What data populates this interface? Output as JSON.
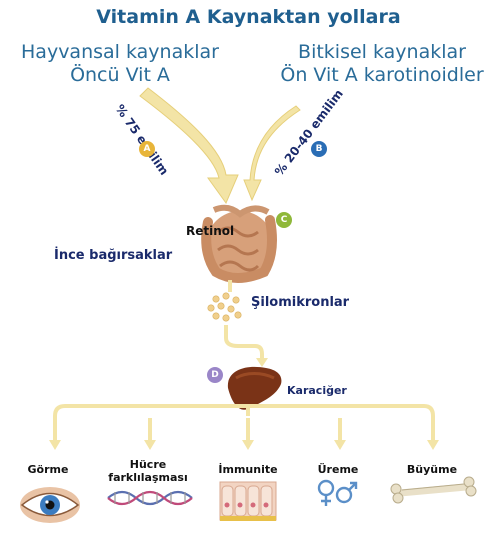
{
  "title": "Vitamin A Kaynaktan yollara",
  "sources": {
    "animal": {
      "line1": "Hayvansal kaynaklar",
      "line2": "Öncü Vit A"
    },
    "plant": {
      "line1": "Bitkisel kaynaklar",
      "line2": "Ön Vit A karotinoidler"
    }
  },
  "absorption": {
    "animal": "% 75 emilim",
    "plant": "% 20-40 emilim"
  },
  "badges": {
    "a": {
      "letter": "A",
      "color": "#e8b53a"
    },
    "b": {
      "letter": "B",
      "color": "#2a6db5"
    },
    "c": {
      "letter": "C",
      "color": "#8fb83a"
    },
    "d": {
      "letter": "D",
      "color": "#9a86c8"
    }
  },
  "labels": {
    "retinol": "Retinol",
    "small_intestine": "İnce bağırsaklar",
    "chylomicrons": "Şilomikronlar",
    "liver": "Karaciğer"
  },
  "functions": [
    {
      "label": "Görme",
      "icon": "eye-icon"
    },
    {
      "label": "Hücre farklılaşması",
      "icon": "dna-icon"
    },
    {
      "label": "İmmunite",
      "icon": "cells-icon"
    },
    {
      "label": "Üreme",
      "icon": "gender-icon"
    },
    {
      "label": "Büyüme",
      "icon": "bone-icon"
    }
  ],
  "colors": {
    "arrow": "#f3e4a6",
    "arrow_edge": "#e6cf7a",
    "title": "#1f5f8f",
    "text_dark": "#1a2a6b"
  }
}
